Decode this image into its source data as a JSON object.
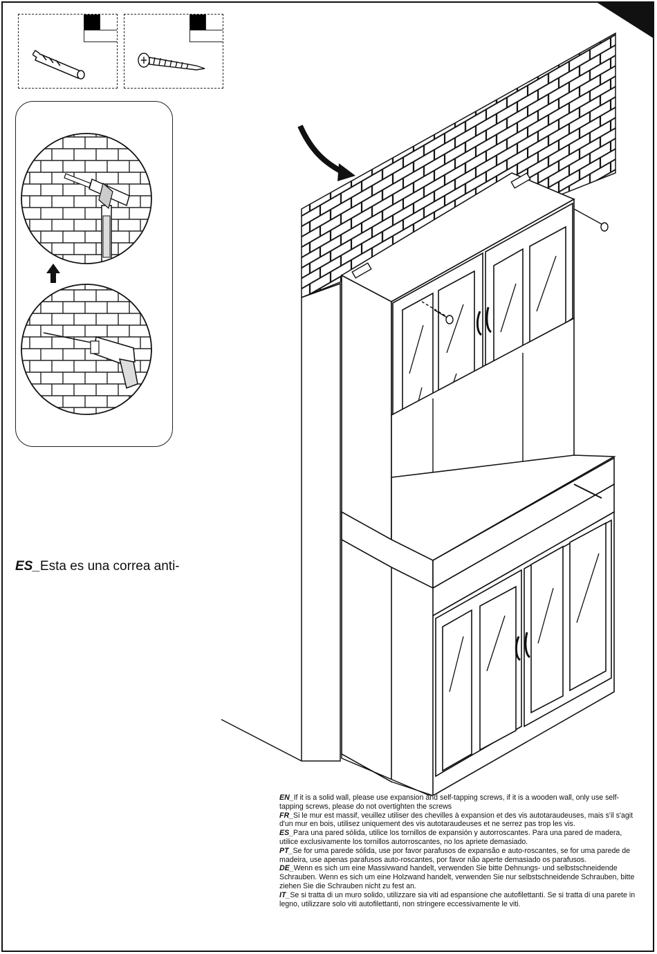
{
  "parts": [
    {
      "name": "expansion-anchor"
    },
    {
      "name": "self-tapping-screw"
    }
  ],
  "es_note": {
    "code": "ES_",
    "text": "Esta es una correa anti-"
  },
  "instructions": [
    {
      "code": "EN_",
      "text": "If it is a solid wall, please use expansion and self-tapping screws, if it is a wooden wall, only use self-tapping screws, please do not overtighten the screws"
    },
    {
      "code": "FR_",
      "text": "Si le mur est massif, veuillez utiliser des chevilles à expansion et des vis autotaraudeuses, mais s'il s'agit d'un mur en bois, utilisez uniquement des vis autotaraudeuses et ne serrez pas trop les vis."
    },
    {
      "code": "ES_",
      "text": "Para una pared sólida, utilice los tornillos de expansión y autorroscantes. Para una pared de madera, utilice exclusivamente los tornillos autorroscantes, no los apriete demasiado."
    },
    {
      "code": "PT_",
      "text": "Se for uma parede sólida, use por favor parafusos de expansão e auto-roscantes, se for uma parede de madeira, use apenas parafusos auto-roscantes, por favor não aperte demasiado os parafusos."
    },
    {
      "code": "DE_",
      "text": "Wenn es sich um eine Massivwand handelt, verwenden Sie bitte Dehnungs- und selbstschneidende Schrauben. Wenn es sich um eine Holzwand handelt, verwenden Sie nur selbstschneidende Schrauben, bitte ziehen Sie die Schrauben nicht zu fest an."
    },
    {
      "code": "IT_",
      "text": "Se si tratta di un muro solido, utilizzare sia viti ad espansione che autofilettanti. Se si tratta di una parete in legno, utilizzare solo viti autofilettanti, non stringere eccessivamente le viti."
    }
  ],
  "icons": {
    "anchor": "expansion-anchor-icon",
    "screw": "screw-icon",
    "hammer": "hammer-icon",
    "drill": "drill-icon",
    "arrow": "arrow-up-icon",
    "curved_arrow": "curved-arrow-icon"
  },
  "colors": {
    "ink": "#111111",
    "paper": "#ffffff"
  }
}
